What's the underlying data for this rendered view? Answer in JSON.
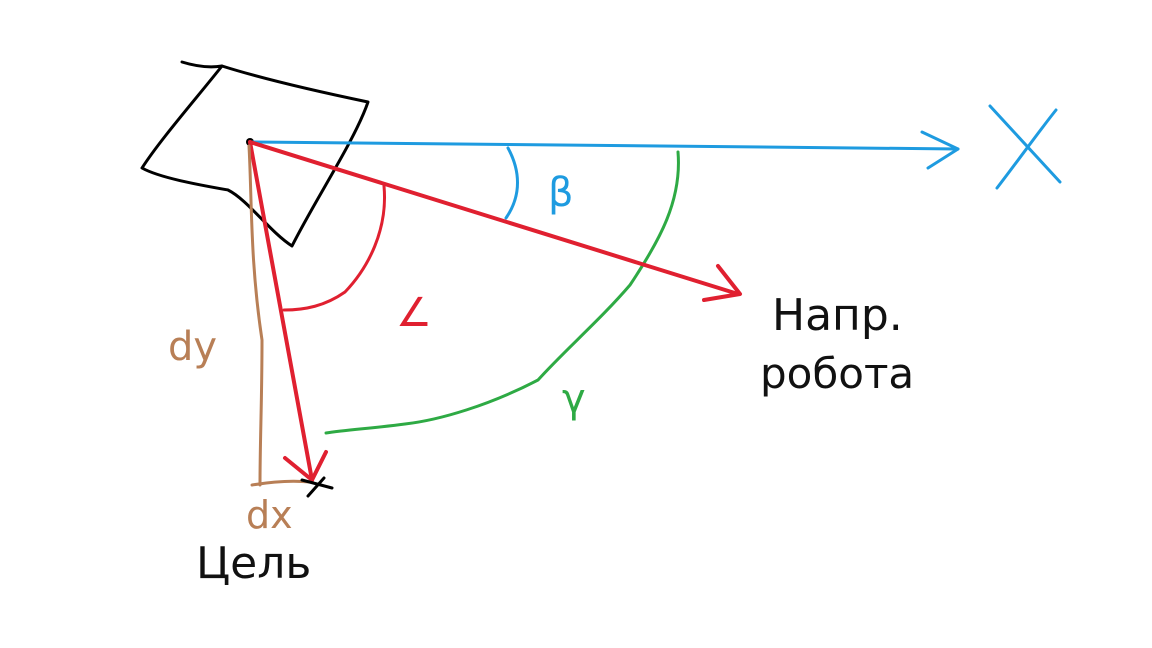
{
  "colors": {
    "background": "#ffffff",
    "robot": "#000000",
    "x_axis": "#1e9be0",
    "vectors": "#e02030",
    "dy_dx": "#b87f56",
    "gamma_arc": "#2eaa44",
    "text_black": "#111111"
  },
  "labels": {
    "x_axis": "X",
    "beta": "β",
    "alpha": "∠",
    "gamma": "γ",
    "dy": "dy",
    "dx": "dx",
    "robot_direction_line1": "Напр.",
    "robot_direction_line2": "робота",
    "target": "Цель"
  }
}
